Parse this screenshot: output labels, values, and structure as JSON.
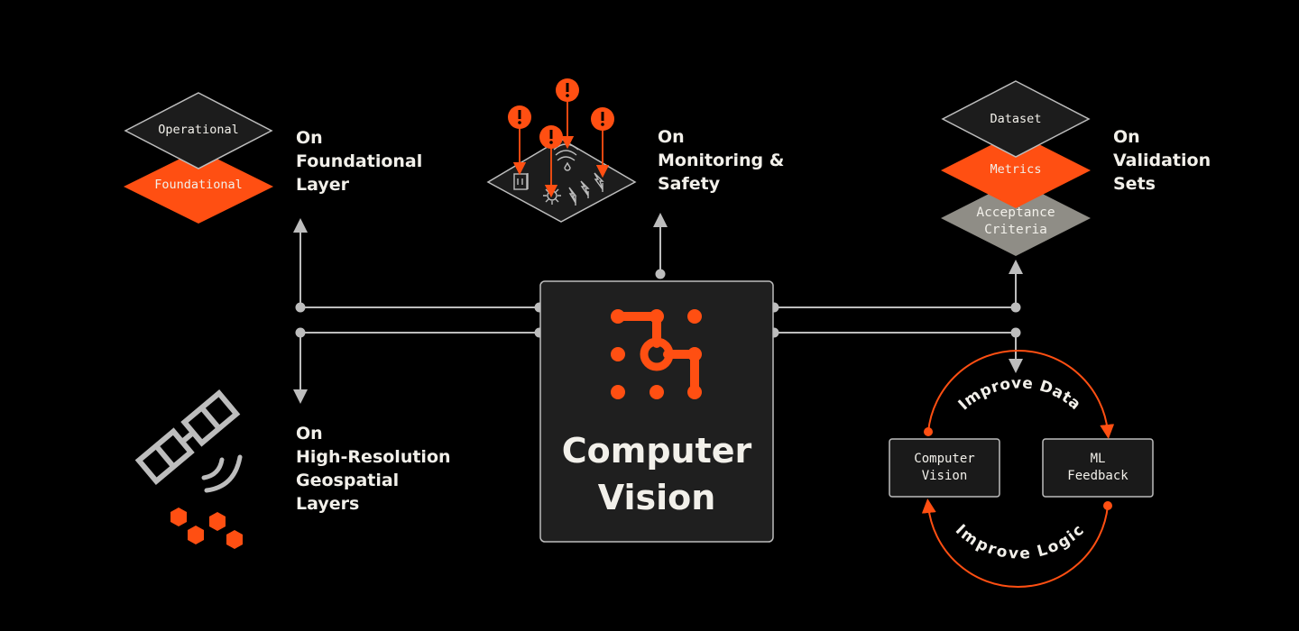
{
  "center": {
    "title_line1": "Computer",
    "title_line2": "Vision"
  },
  "foundational": {
    "top_layer": "Operational",
    "bottom_layer": "Foundational",
    "label_line1": "On",
    "label_line2": "Foundational",
    "label_line3": "Layer"
  },
  "monitoring": {
    "label_line1": "On",
    "label_line2": "Monitoring &",
    "label_line3": "Safety"
  },
  "validation": {
    "layer1": "Dataset",
    "layer2": "Metrics",
    "layer3_line1": "Acceptance",
    "layer3_line2": "Criteria",
    "label_line1": "On",
    "label_line2": "Validation",
    "label_line3": "Sets"
  },
  "geospatial": {
    "label_line1": "On",
    "label_line2": "High-Resolution",
    "label_line3": "Geospatial",
    "label_line4": "Layers"
  },
  "loop": {
    "box_left_line1": "Computer",
    "box_left_line2": "Vision",
    "box_right_line1": "ML",
    "box_right_line2": "Feedback",
    "arc_top": "Improve Data",
    "arc_bottom": "Improve Logic"
  },
  "colors": {
    "accent": "#ff4f12",
    "line": "#bdbdbd",
    "box_fill": "#1f1f1f",
    "box_stroke": "#bdbdbd",
    "gray_layer": "#8f8d86",
    "text": "#f2f0ea"
  }
}
